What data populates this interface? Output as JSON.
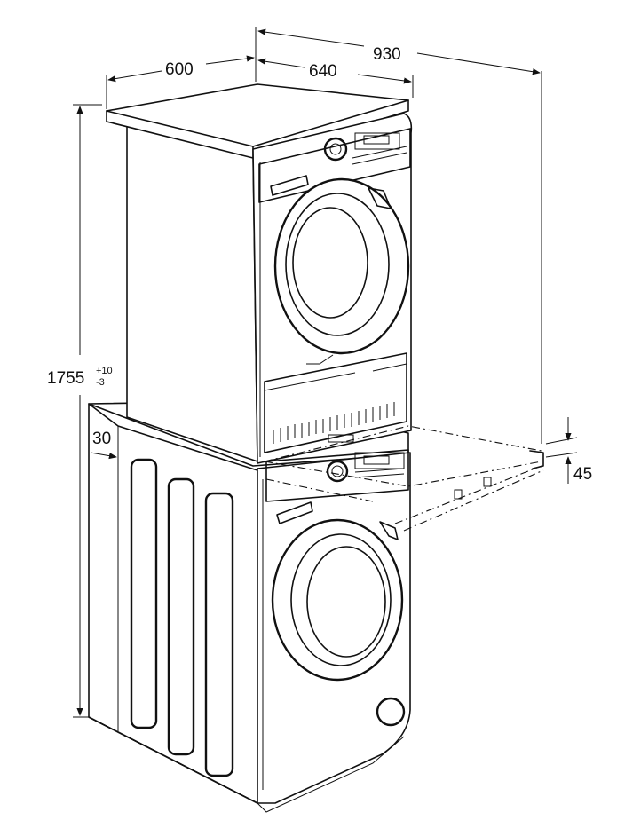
{
  "dimensions": {
    "width_stand": "600",
    "depth_dryer": "640",
    "depth_total": "930",
    "height_total": "1755",
    "height_tol_plus": "+10",
    "height_tol_minus": "-3",
    "side_offset": "30",
    "shelf_height": "45"
  },
  "colors": {
    "line": "#111111",
    "background": "#ffffff"
  }
}
